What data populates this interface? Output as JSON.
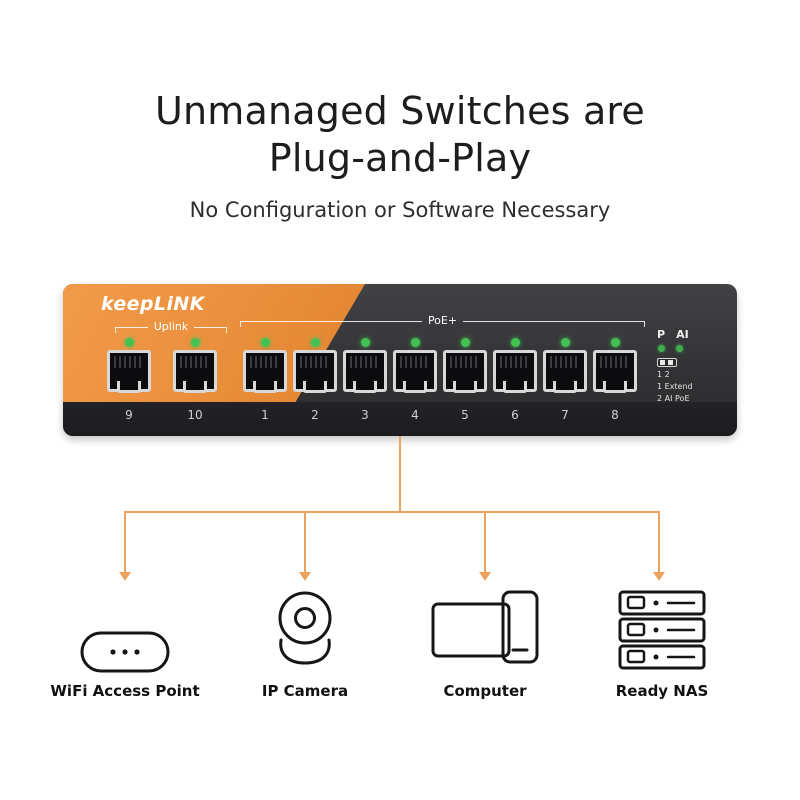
{
  "header": {
    "title_line1": "Unmanaged Switches are",
    "title_line2": "Plug-and-Play",
    "subtitle": "No Configuration or Software Necessary"
  },
  "switch": {
    "brand": "keepLiNK",
    "uplink_label": "Uplink",
    "poe_label": "PoE+",
    "uplink_ports": [
      "9",
      "10"
    ],
    "poe_ports": [
      "1",
      "2",
      "3",
      "4",
      "5",
      "6",
      "7",
      "8"
    ],
    "indicators": {
      "p": "P",
      "ai": "AI",
      "dip": "1 2",
      "row_extend": "1 Extend",
      "row_aipoe": "2 AI PoE"
    }
  },
  "devices": [
    {
      "label": "WiFi Access Point",
      "icon": "wifi-access-point-icon"
    },
    {
      "label": "IP Camera",
      "icon": "ip-camera-icon"
    },
    {
      "label": "Computer",
      "icon": "computer-icon"
    },
    {
      "label": "Ready NAS",
      "icon": "nas-icon"
    }
  ],
  "colors": {
    "accent_orange": "#E8863B",
    "connector_orange": "#EDA25E",
    "led_green": "#43C153",
    "switch_body": "#333336",
    "text_dark": "#1D1D1F"
  }
}
